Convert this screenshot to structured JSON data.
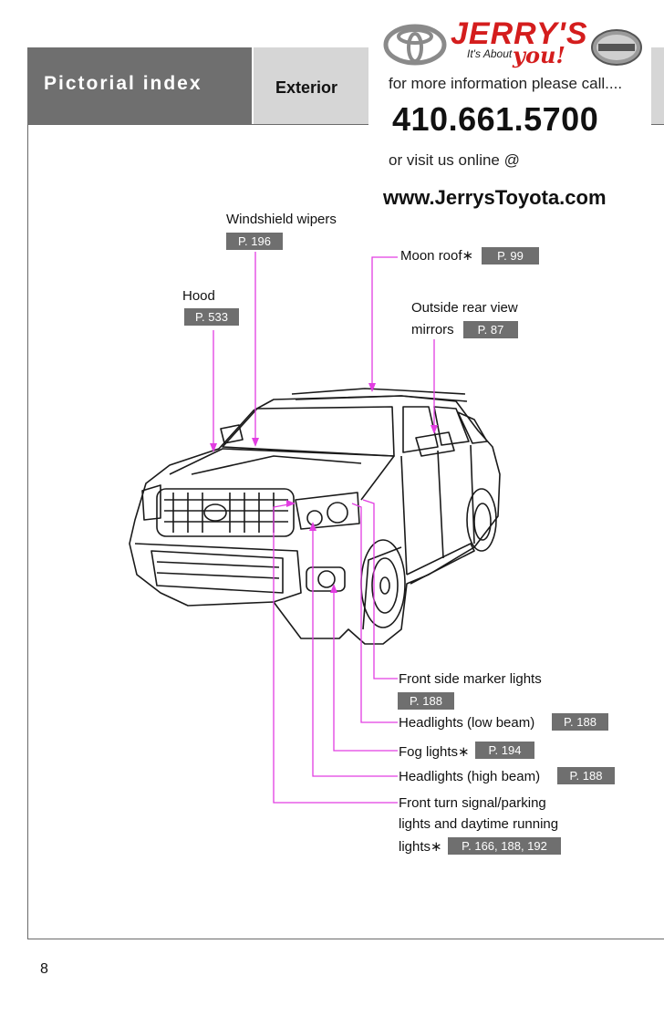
{
  "header": {
    "section_title": "Pictorial index",
    "subsection_title": "Exterior"
  },
  "ad": {
    "dealer_name": "JERRY'S",
    "tagline": "It's About",
    "tagline_emphasis": "you!",
    "line1": "for more information please call....",
    "phone": "410.661.5700",
    "line2": "or visit us online @",
    "url": "www.JerrysToyota.com"
  },
  "callouts": {
    "windshield_wipers": {
      "label": "Windshield wipers",
      "ref": "P. 196"
    },
    "moon_roof": {
      "label": "Moon roof",
      "mark": "∗",
      "ref": "P. 99"
    },
    "hood": {
      "label": "Hood",
      "ref": "P. 533"
    },
    "mirrors": {
      "label_line1": "Outside rear view",
      "label_line2": "mirrors",
      "ref": "P. 87"
    },
    "front_side_marker": {
      "label": "Front side marker lights",
      "ref": "P. 188"
    },
    "headlights_low": {
      "label": "Headlights (low beam)",
      "ref": "P. 188"
    },
    "fog_lights": {
      "label": "Fog lights",
      "mark": "∗",
      "ref": "P. 194"
    },
    "headlights_high": {
      "label": "Headlights (high beam)",
      "ref": "P. 188"
    },
    "turn_signal": {
      "label_line1": "Front turn signal/parking",
      "label_line2": "lights and daytime running",
      "label_line3": "lights",
      "mark": "∗",
      "ref": "P. 166, 188, 192"
    }
  },
  "page": {
    "number": "8"
  },
  "colors": {
    "leader": "#e23de2",
    "tab_dark": "#6f6f6f",
    "tab_light": "#d6d6d6",
    "brand_red": "#d41d1d"
  }
}
